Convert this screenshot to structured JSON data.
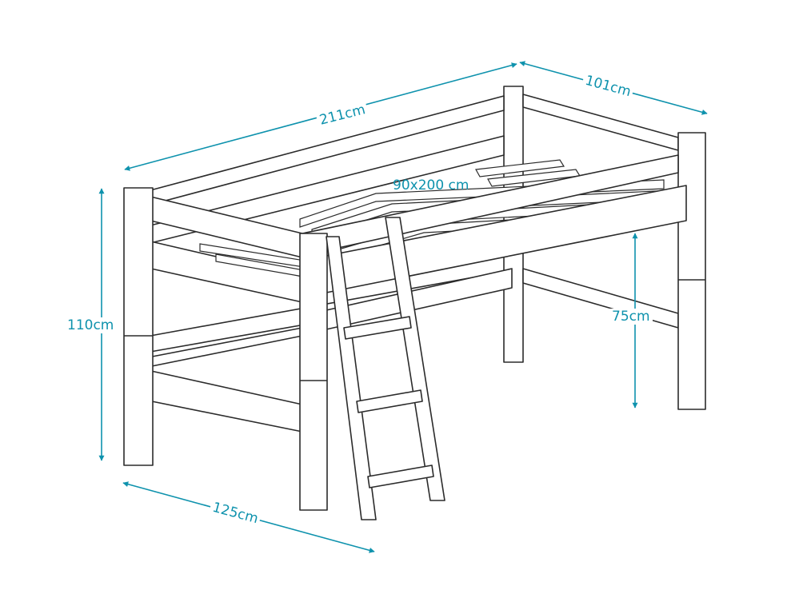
{
  "dimensions": {
    "length": "211cm",
    "width": "101cm",
    "mattress": "90x200 cm",
    "height": "110cm",
    "depth": "125cm",
    "underside_clearance": "75cm"
  },
  "colors": {
    "outline": "#2b2b2b",
    "dimension": "#0e92ad",
    "fill": "#ffffff"
  }
}
